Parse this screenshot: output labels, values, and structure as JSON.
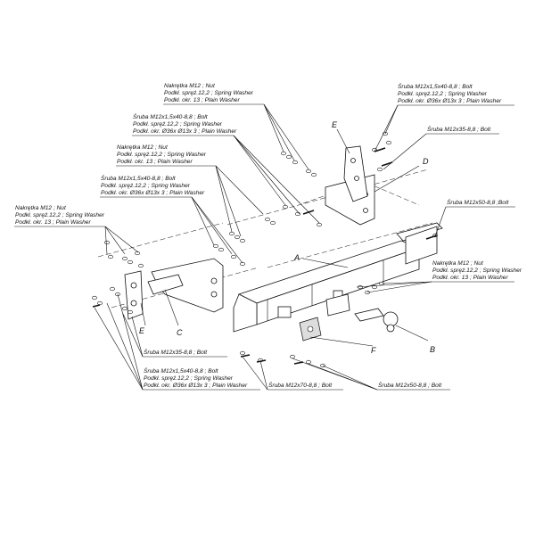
{
  "callouts": {
    "nut_top": {
      "l1": "Nakrętka  M12 ; Nut",
      "l2": "Podkł. spręż.12,2 ; Spring Washer",
      "l3": "Podkł. okr. 13 ; Plain Washer"
    },
    "bolt_top_mid": {
      "l1": "Śruba M12x1,5x40-8,8 ;  Bolt",
      "l2": "Podkł. spręż.12,2 ; Spring Washer",
      "l3": "Podkł. okr.  Ø36x Ø13x 3 ; Plain Washer"
    },
    "bolt_top_right": {
      "l1": "Śruba M12x1,5x40-8,8 ;  Bolt",
      "l2": "Podkł. spręż.12,2 ; Spring Washer",
      "l3": "Podkł. okr.  Ø36x Ø13x 3 ; Plain Washer"
    },
    "nut_left_mid": {
      "l1": "Nakrętka  M12 ; Nut",
      "l2": "Podkł. spręż.12,2 ; Spring Washer",
      "l3": "Podkł. okr. 13 ; Plain Washer"
    },
    "bolt_left_mid": {
      "l1": "Śruba M12x1,5x40-8,8 ;  Bolt",
      "l2": "Podkł. spręż.12,2 ; Spring Washer",
      "l3": "Podkł. okr.  Ø36x Ø13x 3 ; Plain Washer"
    },
    "nut_left": {
      "l1": "Nakrętka  M12 ; Nut",
      "l2": "Podkł. spręż.12,2 ; Spring Washer",
      "l3": "Podkł. okr. 13 ; Plain Washer"
    },
    "nut_right": {
      "l1": "Nakrętka  M12 ; Nut",
      "l2": "Podkł. spręż.12,2 ; Spring Washer",
      "l3": "Podkł. okr. 13 ; Plain Washer"
    },
    "bolt_bottom_left": {
      "l1": "Śruba M12x1,5x40-8,8 ;  Bolt",
      "l2": "Podkł. spręż.12,2 ; Spring Washer",
      "l3": "Podkł. okr.  Ø36x Ø13x 3 ; Plain Washer"
    },
    "bolt35_right": "Śruba M12x35-8,8 ;  Bolt",
    "bolt50_right": "Śruba M12x50-8,8 ;Bolt",
    "bolt35_left": "Śruba M12x35-8,8 ;  Bolt",
    "bolt70": "Śruba M12x70-8,8 ;  Bolt",
    "bolt50_bottom": "Śruba M12x50-8,8 ;  Bolt"
  },
  "letters": {
    "A": "A",
    "B": "B",
    "C": "C",
    "D": "D",
    "E_top": "E",
    "E_left": "E",
    "F": "F"
  }
}
